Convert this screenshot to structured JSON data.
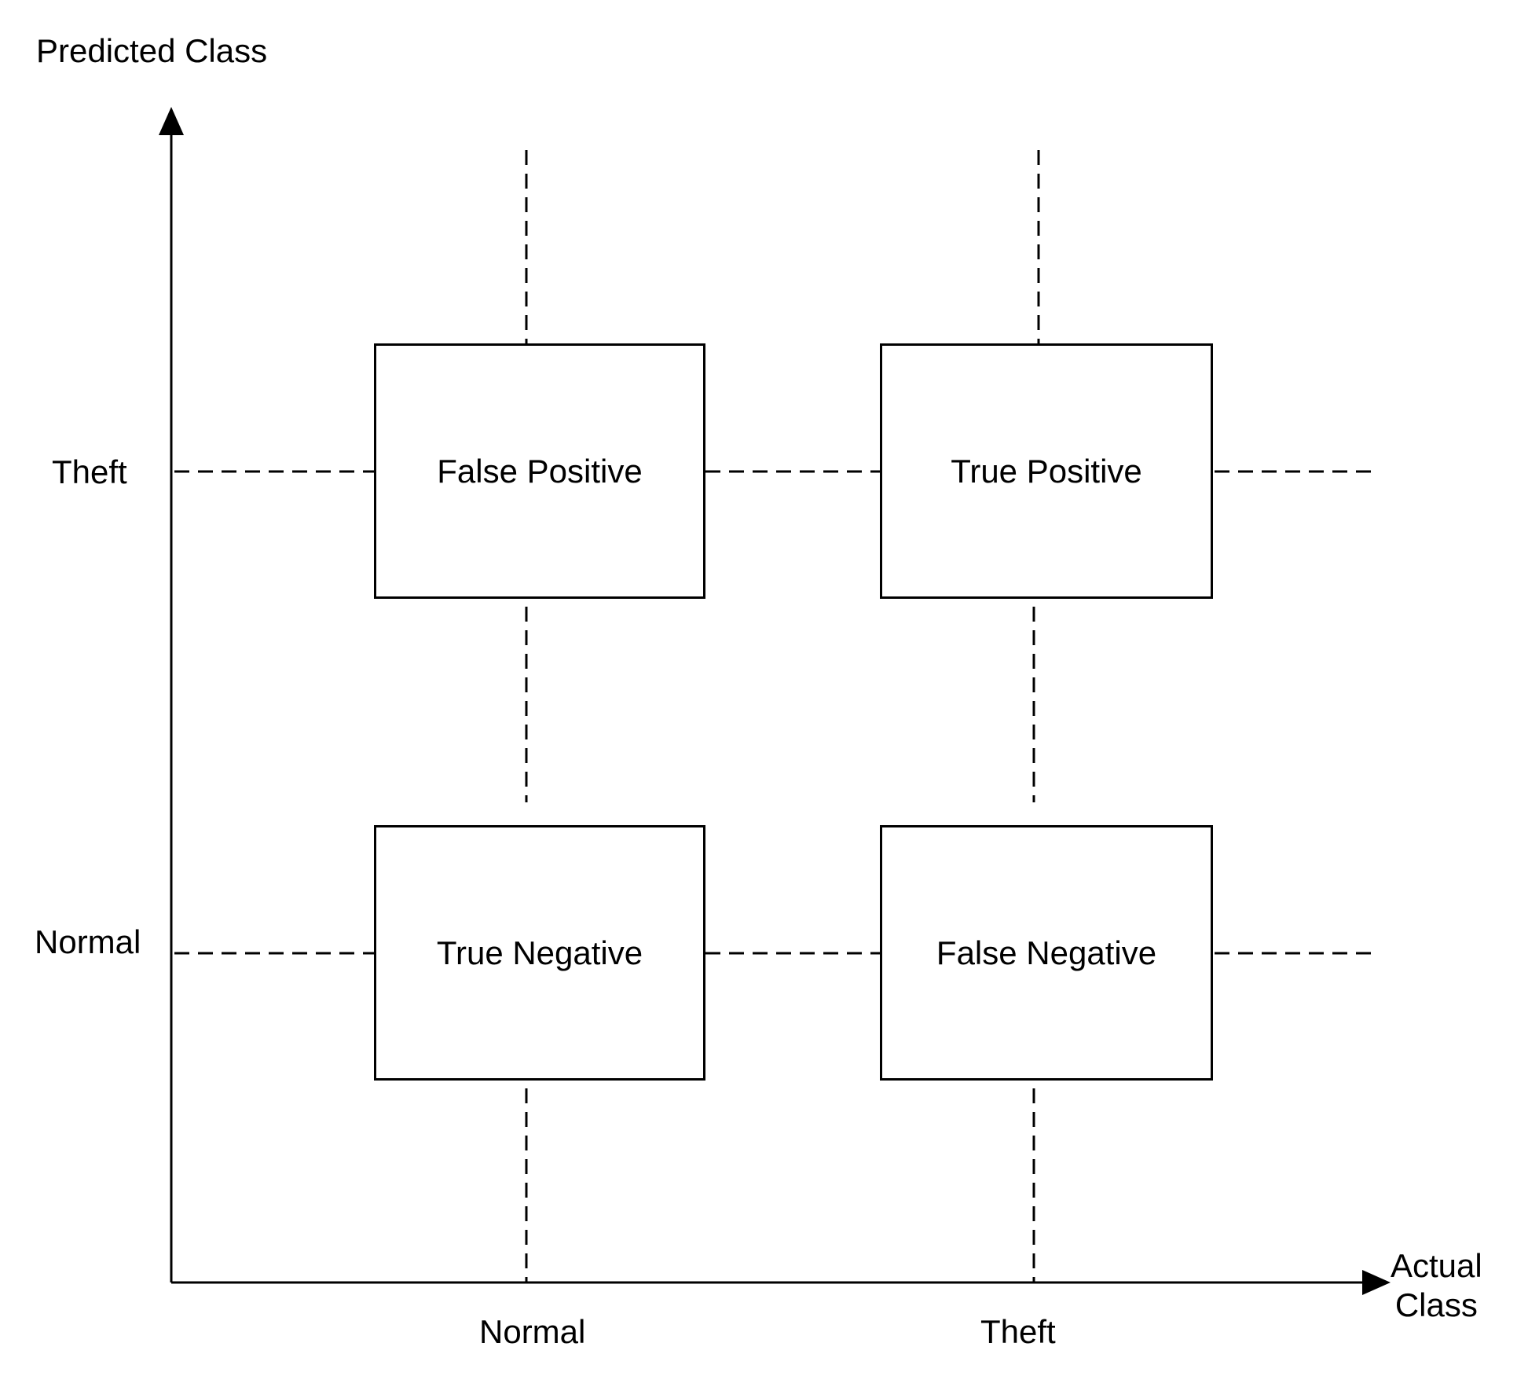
{
  "y_axis": {
    "title": "Predicted Class",
    "ticks": [
      "Theft",
      "Normal"
    ]
  },
  "x_axis": {
    "title_line1": "Actual",
    "title_line2": "Class",
    "ticks": [
      "Normal",
      "Theft"
    ]
  },
  "cells": {
    "false_positive": "False Positive",
    "true_positive": "True Positive",
    "true_negative": "True Negative",
    "false_negative": "False Negative"
  }
}
